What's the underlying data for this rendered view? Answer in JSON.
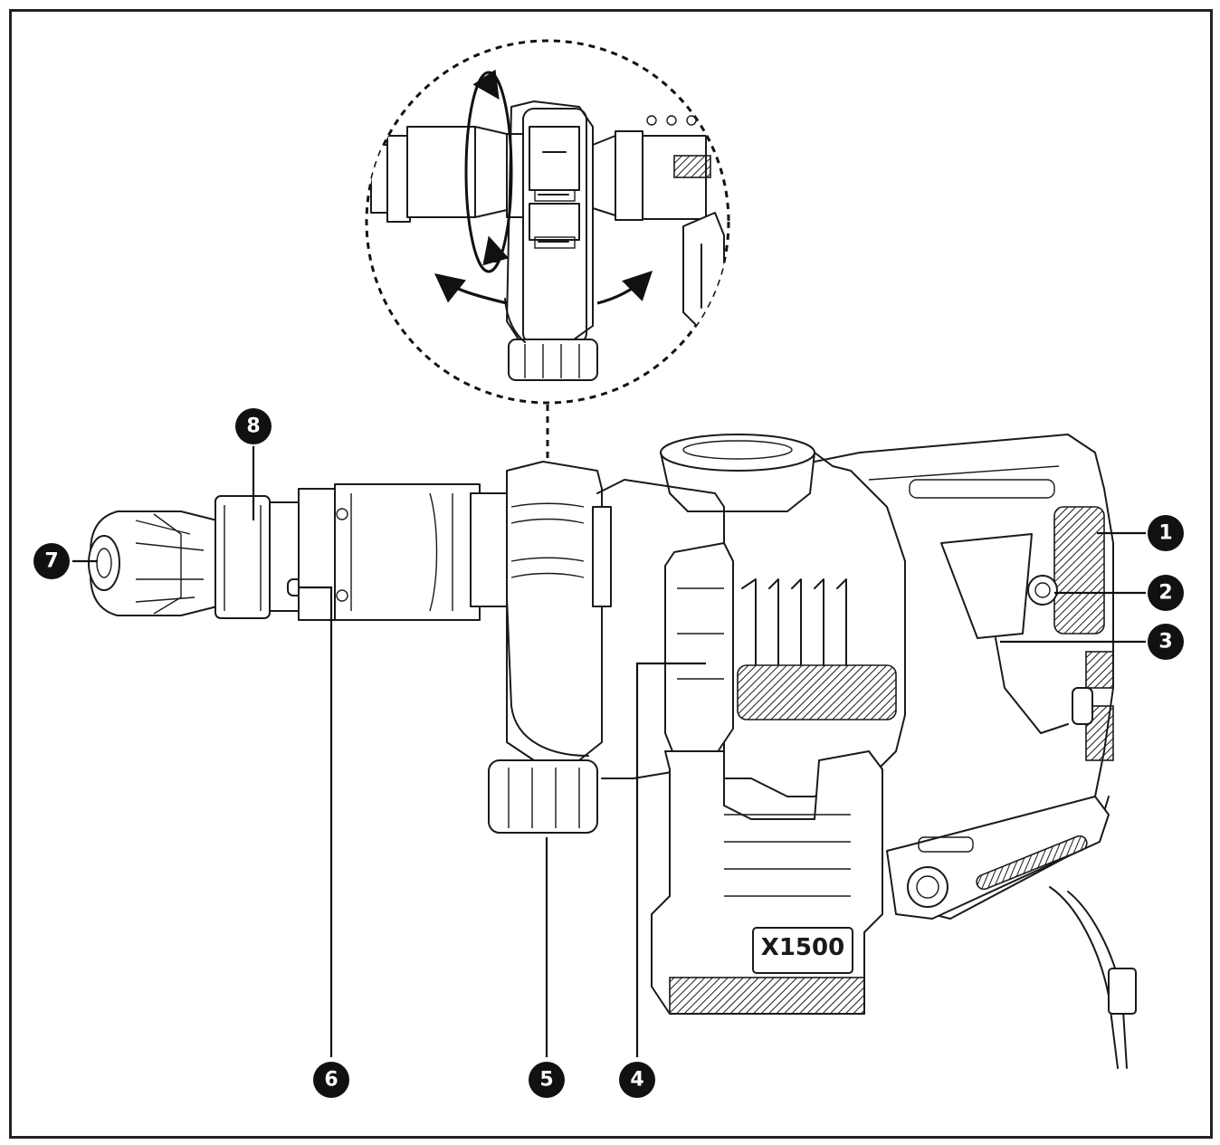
{
  "diagram": {
    "logo_text": "X1500",
    "callouts": [
      {
        "id": "1",
        "label": "1"
      },
      {
        "id": "2",
        "label": "2"
      },
      {
        "id": "3",
        "label": "3"
      },
      {
        "id": "4",
        "label": "4"
      },
      {
        "id": "5",
        "label": "5"
      },
      {
        "id": "6",
        "label": "6"
      },
      {
        "id": "7",
        "label": "7"
      },
      {
        "id": "8",
        "label": "8"
      }
    ],
    "colors": {
      "ink": "#1a1a1a",
      "paper": "#ffffff",
      "callout": "#111111"
    }
  }
}
